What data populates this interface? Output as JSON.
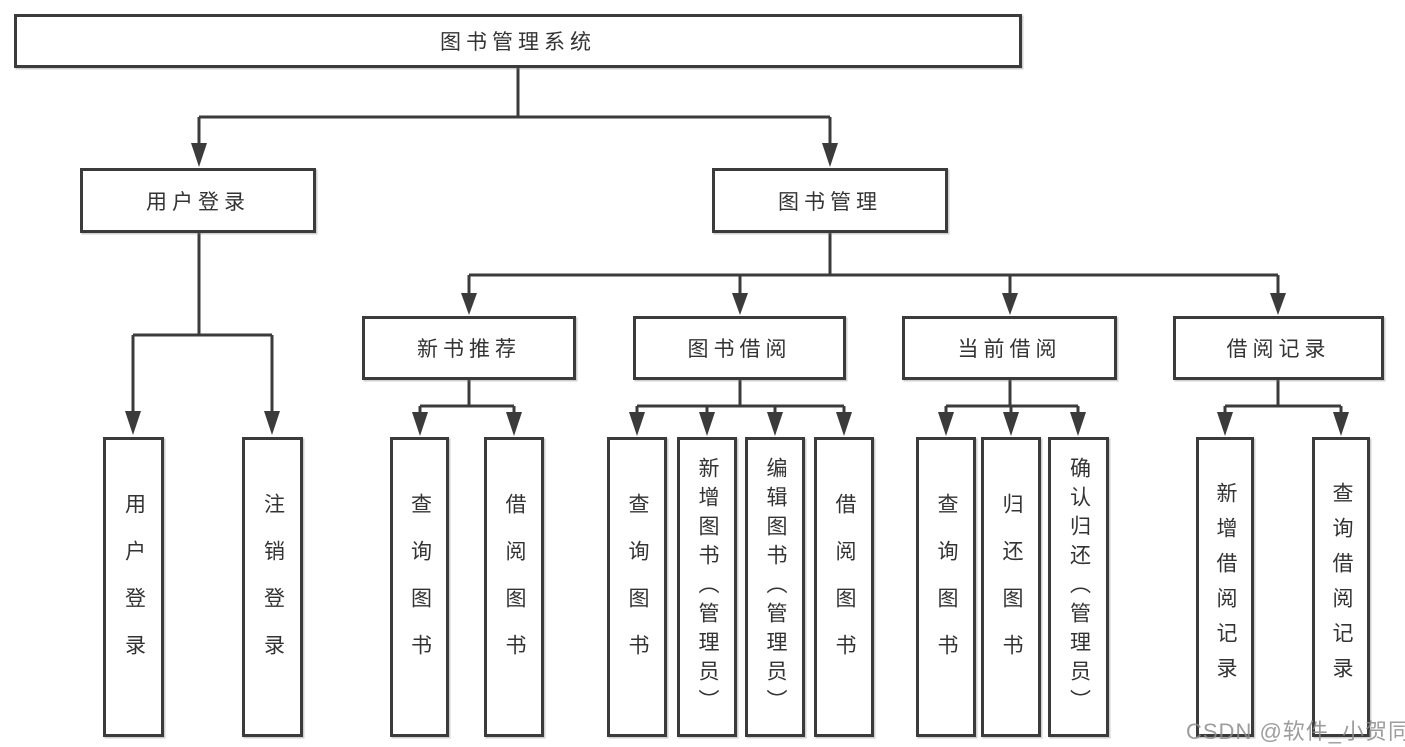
{
  "diagram": {
    "title": "图书管理系统",
    "watermark": "CSDN @软件_小贺同学",
    "colors": {
      "line": "#3b3b3b",
      "box_border": "#3b3b3b",
      "text": "#333333",
      "watermark": "#8c8c8c",
      "background": "#ffffff"
    },
    "tree": {
      "root": {
        "label": "图书管理系统",
        "children": [
          {
            "label": "用户登录",
            "children": [
              {
                "label": "用户登录"
              },
              {
                "label": "注销登录"
              }
            ]
          },
          {
            "label": "图书管理",
            "children": [
              {
                "label": "新书推荐",
                "children": [
                  {
                    "label": "查询图书"
                  },
                  {
                    "label": "借阅图书"
                  }
                ]
              },
              {
                "label": "图书借阅",
                "children": [
                  {
                    "label": "查询图书"
                  },
                  {
                    "label": "新增图书（管理员）"
                  },
                  {
                    "label": "编辑图书（管理员）"
                  },
                  {
                    "label": "借阅图书"
                  }
                ]
              },
              {
                "label": "当前借阅",
                "children": [
                  {
                    "label": "查询图书"
                  },
                  {
                    "label": "归还图书"
                  },
                  {
                    "label": "确认归还（管理员）"
                  }
                ]
              },
              {
                "label": "借阅记录",
                "children": [
                  {
                    "label": "新增借阅记录"
                  },
                  {
                    "label": "查询借阅记录"
                  }
                ]
              }
            ]
          }
        ]
      }
    }
  }
}
